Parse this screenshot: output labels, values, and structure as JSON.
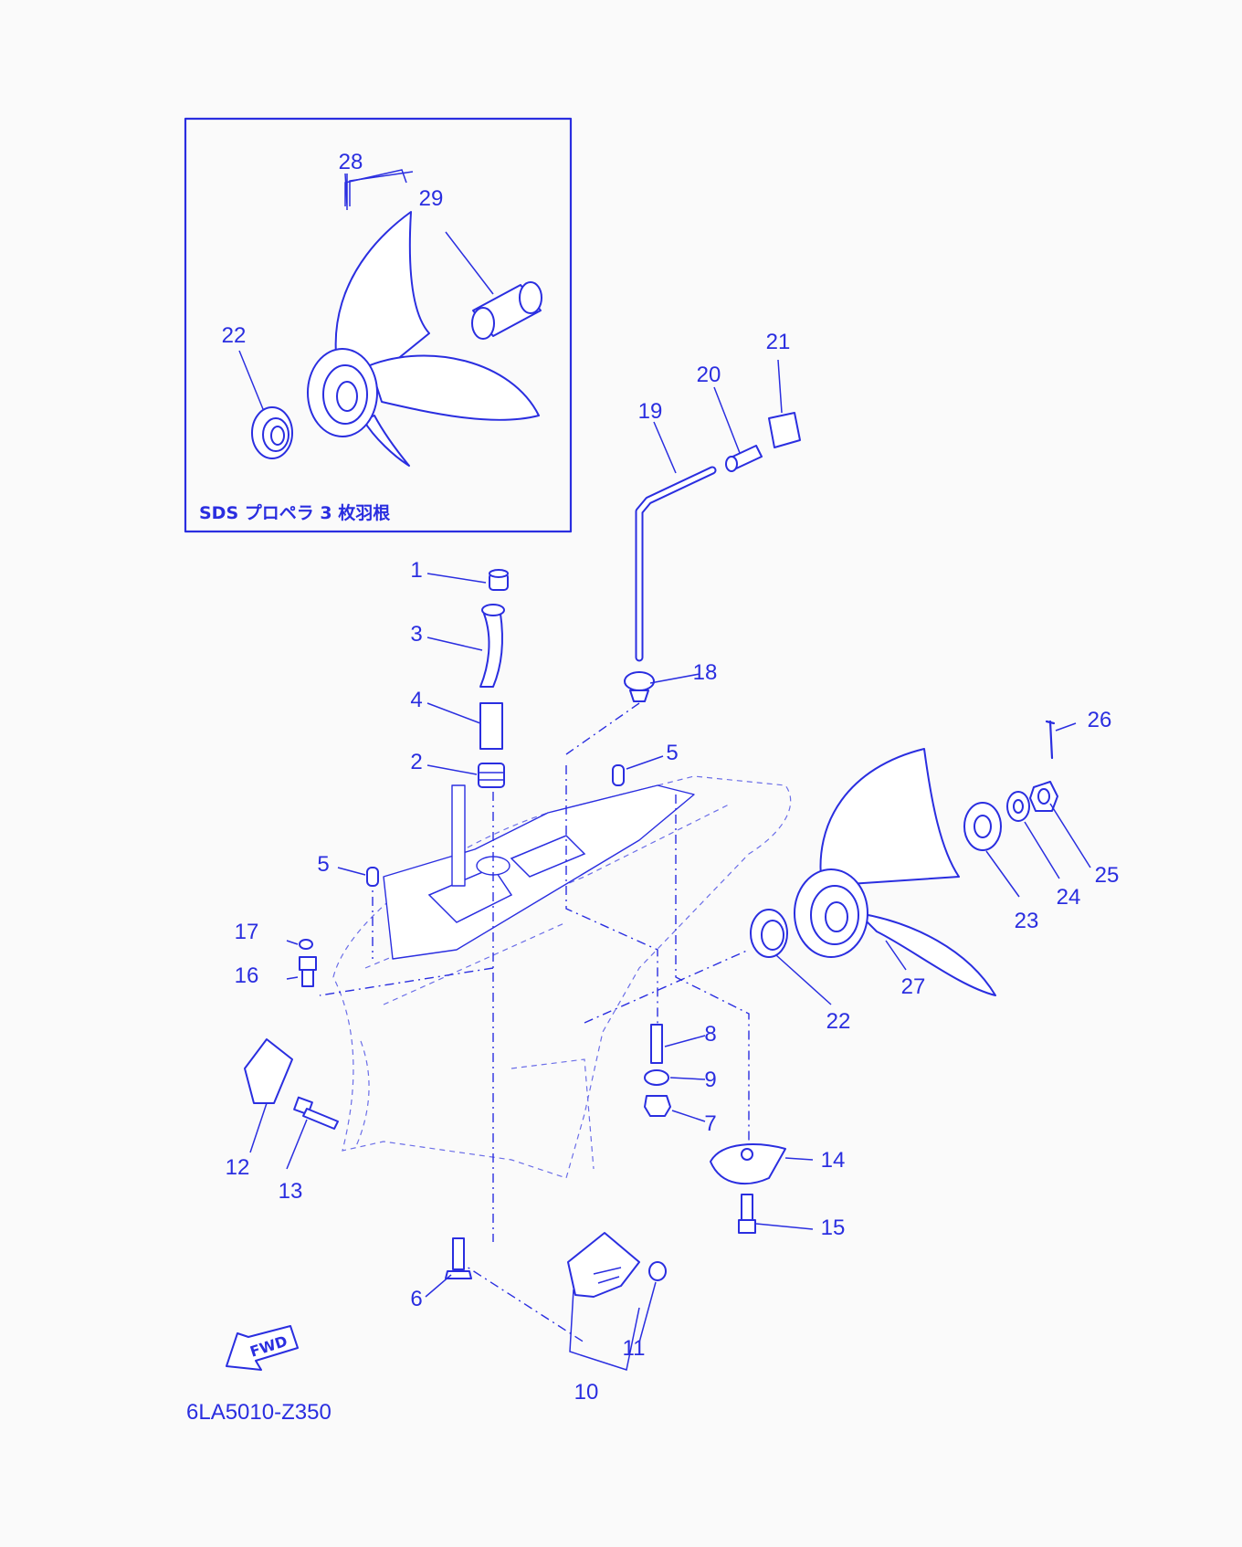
{
  "inset": {
    "caption": "SDS プロペラ 3 枚羽根",
    "callouts": [
      "28",
      "29",
      "22"
    ]
  },
  "callouts": {
    "c1": "1",
    "c2": "2",
    "c3": "3",
    "c4": "4",
    "c5a": "5",
    "c5b": "5",
    "c6": "6",
    "c7": "7",
    "c8": "8",
    "c9": "9",
    "c10": "10",
    "c11": "11",
    "c12": "12",
    "c13": "13",
    "c14": "14",
    "c15": "15",
    "c16": "16",
    "c17": "17",
    "c18": "18",
    "c19": "19",
    "c20": "20",
    "c21": "21",
    "c22": "22",
    "c23": "23",
    "c24": "24",
    "c25": "25",
    "c26": "26",
    "c27": "27"
  },
  "fwd_label": "FWD",
  "diagram_code": "6LA5010-Z350",
  "colors": {
    "line": "#2a2ee0",
    "background": "#fafafa"
  }
}
